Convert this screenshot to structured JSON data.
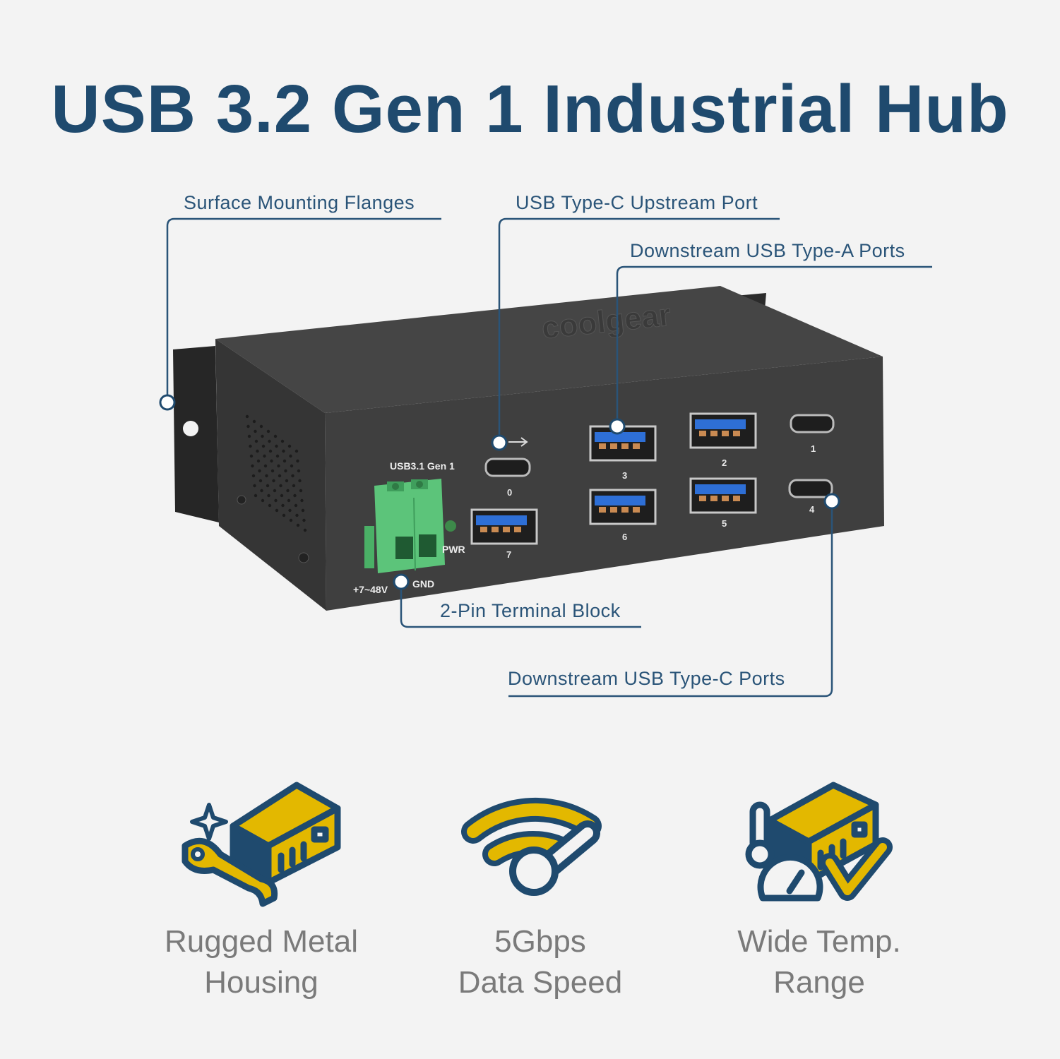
{
  "title": "USB 3.2 Gen 1 Industrial Hub",
  "callouts": {
    "flanges": "Surface Mounting Flanges",
    "upstream": "USB Type-C Upstream Port",
    "downstream_a": "Downstream USB Type-A Ports",
    "terminal": "2-Pin Terminal Block",
    "downstream_c": "Downstream USB Type-C Ports"
  },
  "device": {
    "logo": "coolgear",
    "panel_label": "USB3.1 Gen 1",
    "pwr_label": "PWR",
    "voltage_label": "+7~48V",
    "gnd_label": "GND",
    "port_labels": [
      "0",
      "1",
      "2",
      "3",
      "4",
      "5",
      "6",
      "7"
    ]
  },
  "features": [
    {
      "icon": "rugged-housing-icon",
      "line1": "Rugged Metal",
      "line2": "Housing"
    },
    {
      "icon": "data-speed-icon",
      "line1": "5Gbps",
      "line2": "Data Speed"
    },
    {
      "icon": "wide-temp-icon",
      "line1": "Wide Temp.",
      "line2": "Range"
    }
  ],
  "colors": {
    "navy": "#1f4a6e",
    "gold": "#e3b800",
    "callout_line": "#2a5478",
    "terminal_green": "#5cc47a",
    "usb_blue": "#2e6fd6",
    "feature_text": "#7a7a7a"
  }
}
